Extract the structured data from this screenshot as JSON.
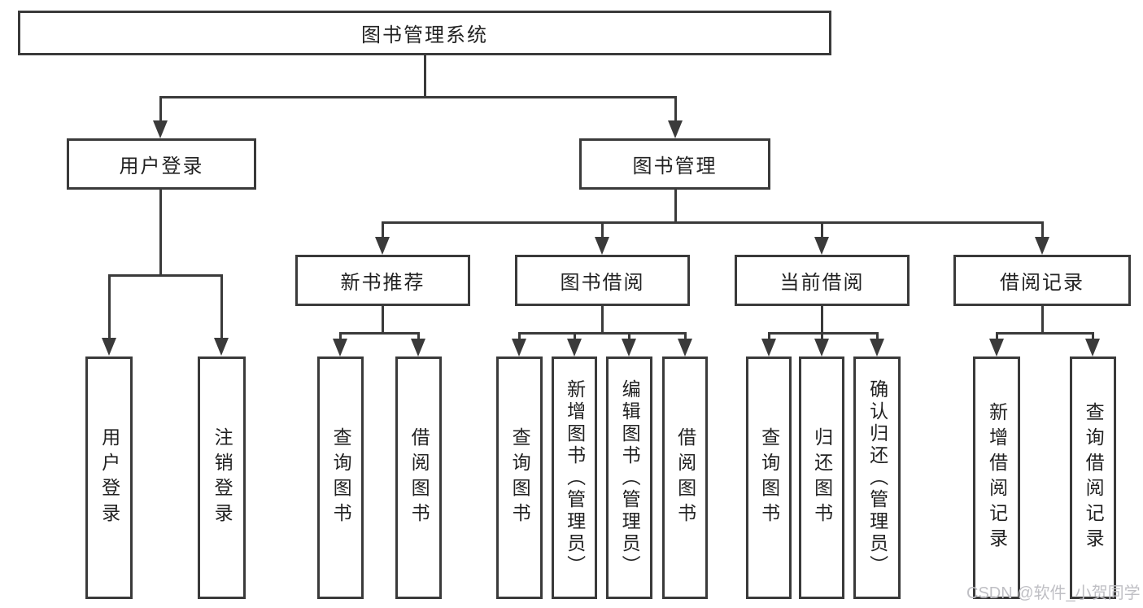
{
  "diagram": {
    "title": "图书管理系统",
    "root": {
      "label": "图书管理系统"
    },
    "level2": [
      {
        "label": "用户登录"
      },
      {
        "label": "图书管理"
      }
    ],
    "level3": [
      {
        "label": "新书推荐"
      },
      {
        "label": "图书借阅"
      },
      {
        "label": "当前借阅"
      },
      {
        "label": "借阅记录"
      }
    ],
    "leaves": {
      "user": [
        {
          "label": "用户登录"
        },
        {
          "label": "注销登录"
        }
      ],
      "newbook": [
        {
          "label": "查询图书"
        },
        {
          "label": "借阅图书"
        }
      ],
      "borrow": [
        {
          "label": "查询图书"
        },
        {
          "label": "新增图书（管理员）"
        },
        {
          "label": "编辑图书（管理员）"
        },
        {
          "label": "借阅图书"
        }
      ],
      "current": [
        {
          "label": "查询图书"
        },
        {
          "label": "归还图书"
        },
        {
          "label": "确认归还（管理员）"
        }
      ],
      "records": [
        {
          "label": "新增借阅记录"
        },
        {
          "label": "查询借阅记录"
        }
      ]
    }
  },
  "watermark": {
    "text": "CSDN @软件_小贺同学"
  },
  "colors": {
    "line": "#3a3a3a",
    "text": "#222222",
    "background": "#ffffff",
    "watermark": "#bfbfc4"
  }
}
